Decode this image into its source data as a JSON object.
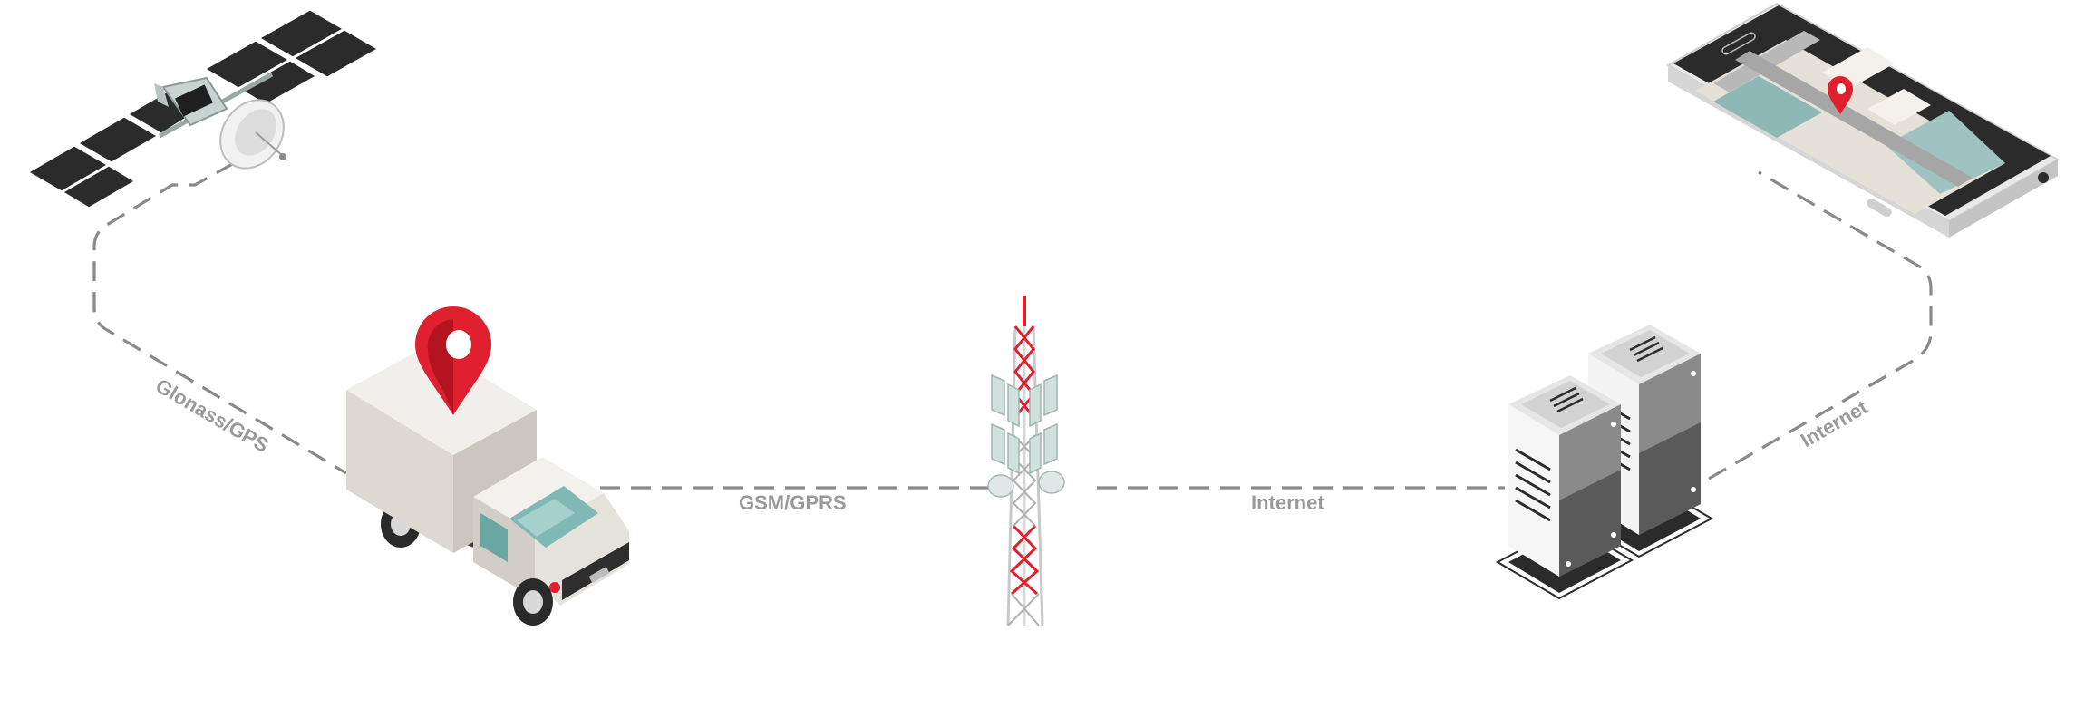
{
  "diagram": {
    "links": [
      {
        "id": "satellite-truck",
        "label": "Glonass/GPS"
      },
      {
        "id": "truck-tower",
        "label": "GSM/GPRS"
      },
      {
        "id": "tower-server",
        "label": "Internet"
      },
      {
        "id": "server-phone",
        "label": "Internet"
      }
    ],
    "nodes": [
      {
        "id": "satellite",
        "icon": "satellite-icon"
      },
      {
        "id": "truck",
        "icon": "truck-icon"
      },
      {
        "id": "cell-tower",
        "icon": "cell-tower-icon"
      },
      {
        "id": "servers",
        "icon": "server-icon"
      },
      {
        "id": "smartphone",
        "icon": "smartphone-icon"
      }
    ]
  },
  "colors": {
    "accent_red": "#e0202e",
    "dash_gray": "#8a8a8a",
    "label_gray": "#9a9a9a",
    "panel_dark": "#2b2b2b",
    "truck_body": "#e9e5df",
    "glass_teal": "#7fb8b4"
  }
}
